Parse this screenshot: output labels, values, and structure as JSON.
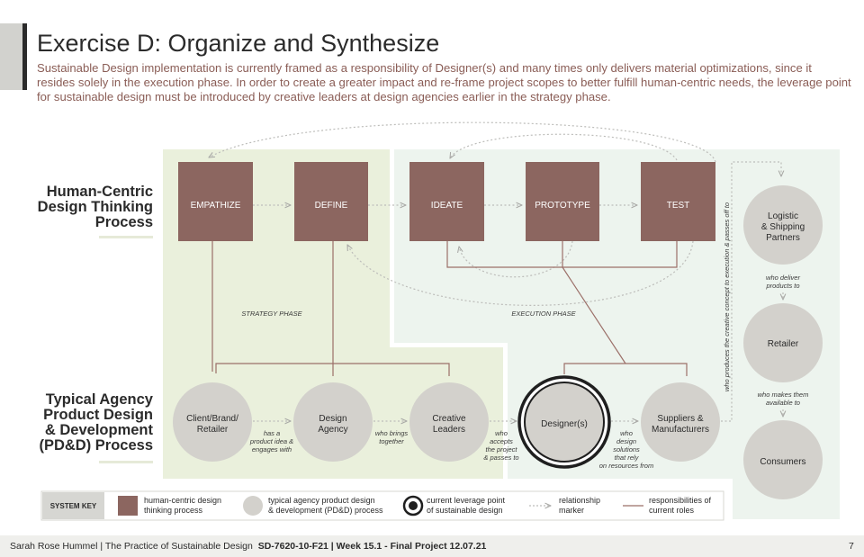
{
  "header": {
    "title": "Exercise D: Organize and Synthesize",
    "subtitle": "Sustainable Design implementation is currently framed as a responsibility of Designer(s) and many times only delivers material optimizations, since it resides solely in the execution phase. In order to create a greater impact and re-frame project scopes to better fulfill human-centric needs, the leverage point for sustainable design must be introduced by creative leaders at design agencies earlier in the strategy phase."
  },
  "rows": {
    "hcd_heading": [
      "Human-Centric",
      "Design Thinking",
      "Process"
    ],
    "pdd_heading": [
      "Typical Agency",
      "Product Design",
      "& Development",
      "(PD&D) Process"
    ]
  },
  "phases": {
    "strategy": "STRATEGY PHASE",
    "execution": "EXECUTION PHASE"
  },
  "hcd_steps": [
    "EMPATHIZE",
    "DEFINE",
    "IDEATE",
    "PROTOTYPE",
    "TEST"
  ],
  "roles": {
    "client": [
      "Client/Brand/",
      "Retailer"
    ],
    "agency": [
      "Design",
      "Agency"
    ],
    "leaders": [
      "Creative",
      "Leaders"
    ],
    "designers": [
      "Designer(s)"
    ],
    "suppliers": [
      "Suppliers &",
      "Manufacturers"
    ],
    "logistic": [
      "Logistic",
      "& Shipping",
      "Partners"
    ],
    "retailer": [
      "Retailer"
    ],
    "consumers": [
      "Consumers"
    ]
  },
  "relations": {
    "client_agency": [
      "has a",
      "product idea &",
      "engages with"
    ],
    "agency_leaders": [
      "who brings",
      "together"
    ],
    "leaders_designers": [
      "who",
      "accepts",
      "the project",
      "& passes to"
    ],
    "designers_suppliers": [
      "who",
      "design",
      "solutions",
      "that rely",
      "on resources from"
    ],
    "vertical": "who produces the creative concept to execution & passes off to",
    "logistic_retailer": [
      "who deliver",
      "products to"
    ],
    "retailer_consumers": [
      "who makes them",
      "available to"
    ]
  },
  "system_key": {
    "title": "SYSTEM KEY",
    "items": [
      {
        "icon": "square",
        "label": [
          "human-centric design",
          "thinking process"
        ]
      },
      {
        "icon": "circle",
        "label": [
          "typical agency product design",
          "& development (PD&D) process"
        ]
      },
      {
        "icon": "ring",
        "label": [
          "current leverage point",
          "of sustainable design"
        ]
      },
      {
        "icon": "dotted-arrow",
        "label": [
          "relationship",
          "marker"
        ]
      },
      {
        "icon": "solid-line",
        "label": [
          "responsibilities of",
          "current roles"
        ]
      }
    ]
  },
  "footer": {
    "author": "Sarah Rose Hummel  |  The Practice of Sustainable Design",
    "course": "SD-7620-10-F21 | Week 15.1 - Final Project 12.07.21",
    "page": "7"
  },
  "colors": {
    "square": "#8c6660",
    "circle": "#d3d1cc",
    "strategy_bg": "#eaf0dc",
    "execution_bg": "#edf4ee",
    "text_dark": "#2b2b2b",
    "subtitle": "#8a5d56"
  }
}
